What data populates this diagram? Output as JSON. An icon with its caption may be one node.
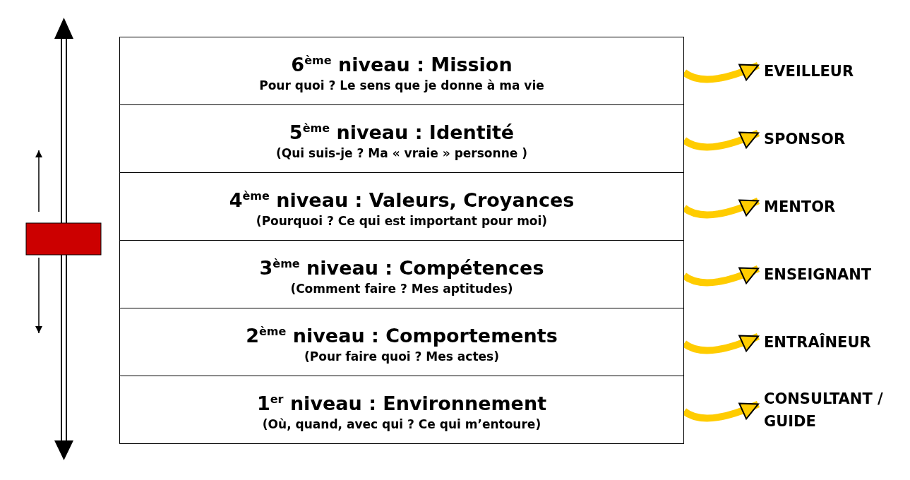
{
  "diagram": {
    "nodes": [
      {
        "text": [
          "6$^{ème}$ niveau : Mission",
          "Pour quoi ? Le sens que je donne à ma vie"
        ]
      },
      {
        "text": [
          "EVEILLEUR"
        ]
      },
      {
        "text": [
          "5$^{ème}$ niveau : Identité",
          "(Qui suis-je ? Ma « vraie » personne )"
        ]
      },
      {
        "text": [
          "SPONSOR"
        ]
      },
      {
        "text": [
          "4$^{ème}$ niveau : Valeurs, Croyances",
          "(Pourquoi ? Ce qui est important pour moi)"
        ]
      },
      {
        "text": [
          "MENTOR"
        ]
      },
      {
        "text": [
          "3$^{ème}$ niveau : Compétences",
          "(Comment faire ? Mes aptitudes)"
        ]
      },
      {
        "text": [
          "ENSEIGNANT"
        ]
      },
      {
        "text": [
          "2$^{ème}$ niveau : Comportements",
          "(Pour faire quoi ? Mes actes)"
        ]
      },
      {
        "text": [
          "ENTRAÎNEUR"
        ]
      },
      {
        "text": [
          "1$^{er}$ niveau : Environnement",
          "(Où, quand, avec qui ? Ce qui m’entoure)"
        ]
      },
      {
        "text": [
          "CONSULTANT / GUIDE"
        ]
      }
    ],
    "edges": [
      {
        "from": 0,
        "to": 1,
        "arrow": "to"
      },
      {
        "from": 2,
        "to": 3,
        "arrow": "to"
      },
      {
        "from": 4,
        "to": 5,
        "arrow": "to"
      },
      {
        "from": 6,
        "to": 7,
        "arrow": "to"
      },
      {
        "from": 8,
        "to": 9,
        "arrow": "to"
      },
      {
        "from": 10,
        "to": 11,
        "arrow": "to"
      }
    ]
  }
}
